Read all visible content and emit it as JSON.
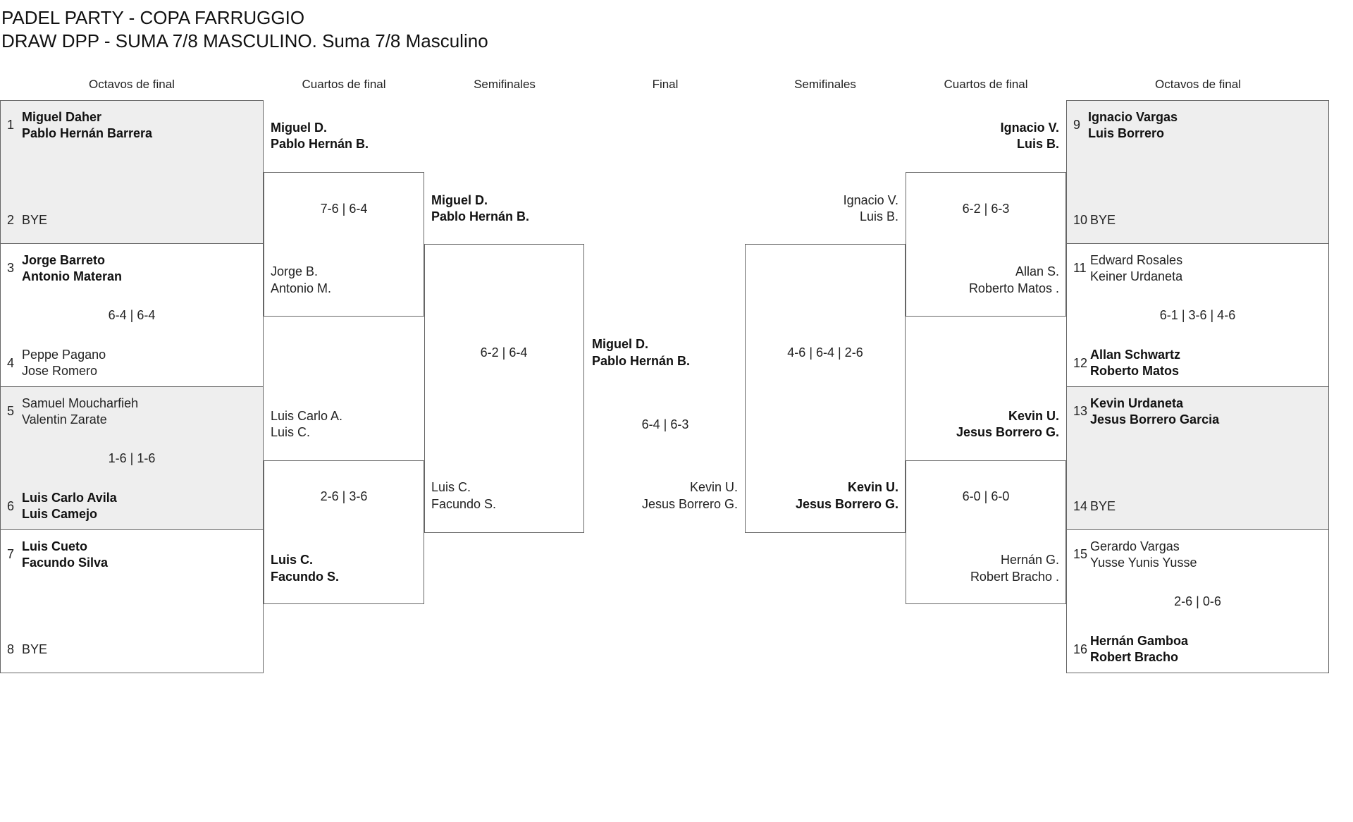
{
  "title": {
    "line1": "PADEL PARTY - COPA FARRUGGIO",
    "line2": "DRAW DPP - SUMA 7/8 MASCULINO. Suma 7/8 Masculino"
  },
  "headers": {
    "left": [
      "Octavos de final",
      "Cuartos de final",
      "Semifinales"
    ],
    "final": "Final",
    "right": [
      "Semifinales",
      "Cuartos de final",
      "Octavos de final"
    ]
  },
  "octavos": {
    "left": [
      {
        "shaded": true,
        "score": "",
        "teams": [
          {
            "seed": "1",
            "players": [
              "Miguel Daher",
              "Pablo Hernán Barrera"
            ],
            "winner": true
          },
          {
            "seed": "2",
            "players": [
              "BYE"
            ],
            "winner": false
          }
        ]
      },
      {
        "shaded": false,
        "score": "6-4 | 6-4",
        "teams": [
          {
            "seed": "3",
            "players": [
              "Jorge Barreto",
              "Antonio Materan"
            ],
            "winner": true
          },
          {
            "seed": "4",
            "players": [
              "Peppe Pagano",
              "Jose Romero"
            ],
            "winner": false
          }
        ]
      },
      {
        "shaded": true,
        "score": "1-6 | 1-6",
        "teams": [
          {
            "seed": "5",
            "players": [
              "Samuel Moucharfieh",
              "Valentin Zarate"
            ],
            "winner": false
          },
          {
            "seed": "6",
            "players": [
              "Luis Carlo Avila",
              "Luis Camejo"
            ],
            "winner": true
          }
        ]
      },
      {
        "shaded": false,
        "score": "",
        "teams": [
          {
            "seed": "7",
            "players": [
              "Luis Cueto",
              "Facundo Silva"
            ],
            "winner": true
          },
          {
            "seed": "8",
            "players": [
              "BYE"
            ],
            "winner": false
          }
        ]
      }
    ],
    "right": [
      {
        "shaded": true,
        "score": "",
        "teams": [
          {
            "seed": "9",
            "players": [
              "Ignacio Vargas",
              "Luis Borrero"
            ],
            "winner": true
          },
          {
            "seed": "10",
            "players": [
              "BYE"
            ],
            "winner": false
          }
        ]
      },
      {
        "shaded": false,
        "score": "6-1 | 3-6 | 4-6",
        "teams": [
          {
            "seed": "11",
            "players": [
              "Edward Rosales",
              "Keiner Urdaneta"
            ],
            "winner": false
          },
          {
            "seed": "12",
            "players": [
              "Allan Schwartz",
              "Roberto Matos"
            ],
            "winner": true
          }
        ]
      },
      {
        "shaded": true,
        "score": "",
        "teams": [
          {
            "seed": "13",
            "players": [
              "Kevin Urdaneta",
              "Jesus Borrero Garcia"
            ],
            "winner": true
          },
          {
            "seed": "14",
            "players": [
              "BYE"
            ],
            "winner": false
          }
        ]
      },
      {
        "shaded": false,
        "score": "2-6 | 0-6",
        "teams": [
          {
            "seed": "15",
            "players": [
              "Gerardo Vargas",
              "Yusse Yunis Yusse"
            ],
            "winner": false
          },
          {
            "seed": "16",
            "players": [
              "Hernán Gamboa",
              "Robert Bracho"
            ],
            "winner": true
          }
        ]
      }
    ]
  },
  "cuartos": {
    "left": [
      {
        "score": "7-6 | 6-4",
        "teams": [
          {
            "players": [
              "Miguel D.",
              "Pablo Hernán B."
            ],
            "winner": true
          },
          {
            "players": [
              "Jorge B.",
              "Antonio M."
            ],
            "winner": false
          }
        ]
      },
      {
        "score": "2-6 | 3-6",
        "teams": [
          {
            "players": [
              "Luis Carlo A.",
              "Luis C."
            ],
            "winner": false
          },
          {
            "players": [
              "Luis C.",
              "Facundo S."
            ],
            "winner": true
          }
        ]
      }
    ],
    "right": [
      {
        "score": "6-2 | 6-3",
        "teams": [
          {
            "players": [
              "Ignacio V.",
              "Luis B."
            ],
            "winner": true
          },
          {
            "players": [
              "Allan S.",
              "Roberto Matos ."
            ],
            "winner": false
          }
        ]
      },
      {
        "score": "6-0 | 6-0",
        "teams": [
          {
            "players": [
              "Kevin U.",
              "Jesus Borrero G."
            ],
            "winner": true
          },
          {
            "players": [
              "Hernán G.",
              "Robert Bracho ."
            ],
            "winner": false
          }
        ]
      }
    ]
  },
  "semis": {
    "left": {
      "score": "6-2 | 6-4",
      "teams": [
        {
          "players": [
            "Miguel D.",
            "Pablo Hernán B."
          ],
          "winner": true
        },
        {
          "players": [
            "Luis C.",
            "Facundo S."
          ],
          "winner": false
        }
      ]
    },
    "right": {
      "score": "4-6 | 6-4 | 2-6",
      "teams": [
        {
          "players": [
            "Ignacio V.",
            "Luis B."
          ],
          "winner": false
        },
        {
          "players": [
            "Kevin U.",
            "Jesus Borrero G."
          ],
          "winner": true
        }
      ]
    }
  },
  "final": {
    "score": "6-4 | 6-3",
    "teams": [
      {
        "players": [
          "Miguel D.",
          "Pablo Hernán B."
        ],
        "winner": true
      },
      {
        "players": [
          "Kevin U.",
          "Jesus Borrero G."
        ],
        "winner": false
      }
    ]
  }
}
